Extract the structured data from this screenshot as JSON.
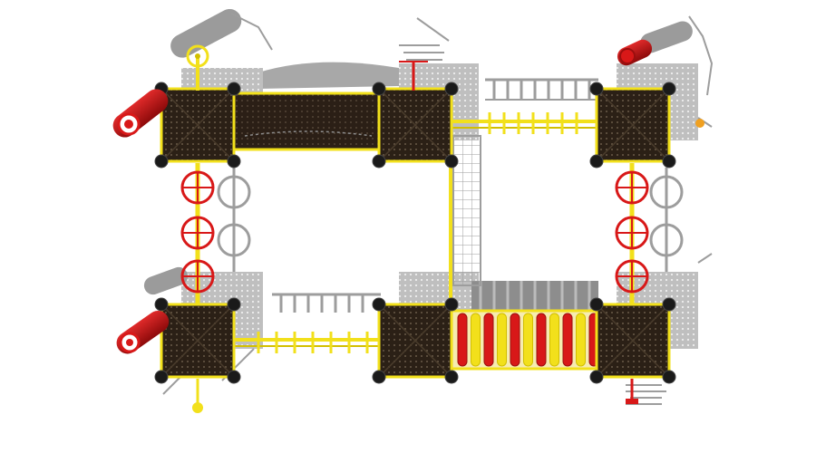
{
  "scene": {
    "subject": "playground-structure-top-view",
    "colors": {
      "background": "#ffffff",
      "platform": "#2b2016",
      "platform_dots": "#6a5a48",
      "frame": "#f2e01b",
      "frame_dark": "#d2bf00",
      "red": "#d81818",
      "dark_red": "#9b0e0e",
      "post": "#1a1a1a",
      "shadow": "#9a9a9a",
      "shadow_dark": "#7a7a7a",
      "gray_line": "#8c8c8c"
    },
    "towers": [
      "top-left",
      "top-center",
      "top-right",
      "bottom-left",
      "bottom-center",
      "bottom-right"
    ],
    "connectors": [
      "tunnel-bridge",
      "horizontal-ladder-top",
      "ring-bridge-left",
      "ring-bridge-right",
      "horizontal-ladder-bottom",
      "roller-bridge",
      "climbing-net"
    ],
    "accessories": [
      "tube-slide-top-left",
      "tube-slide-bottom-left",
      "tube-slide-top-right",
      "steering-wheel-top-left",
      "steering-wheel-top-right",
      "fireman-pole-bottom-left",
      "spring-rider-bottom-right"
    ]
  }
}
